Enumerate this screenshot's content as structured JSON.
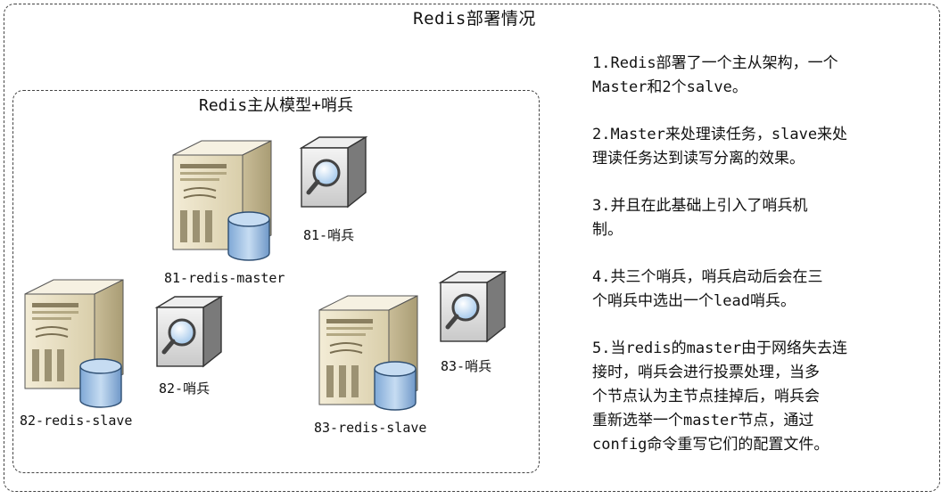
{
  "diagram": {
    "title": "Redis部署情况",
    "group_title": "Redis主从模型+哨兵",
    "nodes": {
      "master": "81-redis-master",
      "sentinel_81": "81-哨兵",
      "slave_82": "82-redis-slave",
      "sentinel_82": "82-哨兵",
      "slave_83": "83-redis-slave",
      "sentinel_83": "83-哨兵"
    },
    "notes": [
      {
        "line1": "1.Redis部署了一个主从架构，一个",
        "line2": "Master和2个salve。"
      },
      {
        "line1": "2.Master来处理读任务，slave来处",
        "line2": "理读任务达到读写分离的效果。"
      },
      {
        "line1": "3.并且在此基础上引入了哨兵机",
        "line2": "制。"
      },
      {
        "line1": "4.共三个哨兵，哨兵启动后会在三",
        "line2": "个哨兵中选出一个lead哨兵。"
      },
      {
        "line1": "5.当redis的master由于网络失去连",
        "line2": "接时，哨兵会进行投票处理，当多",
        "line3": "个节点认为主节点挂掉后，哨兵会",
        "line4": "重新选举一个master节点，通过",
        "line5": "config命令重写它们的配置文件。"
      }
    ],
    "colors": {
      "server_front": "#e9e0c4",
      "server_side": "#b9ad88",
      "server_top": "#f4efde",
      "db_fill": "#9fc1e6",
      "lens": "#cfe4f7"
    },
    "icons": {
      "server": "server-icon",
      "database": "database-icon",
      "sentinel": "magnifier-icon"
    }
  }
}
